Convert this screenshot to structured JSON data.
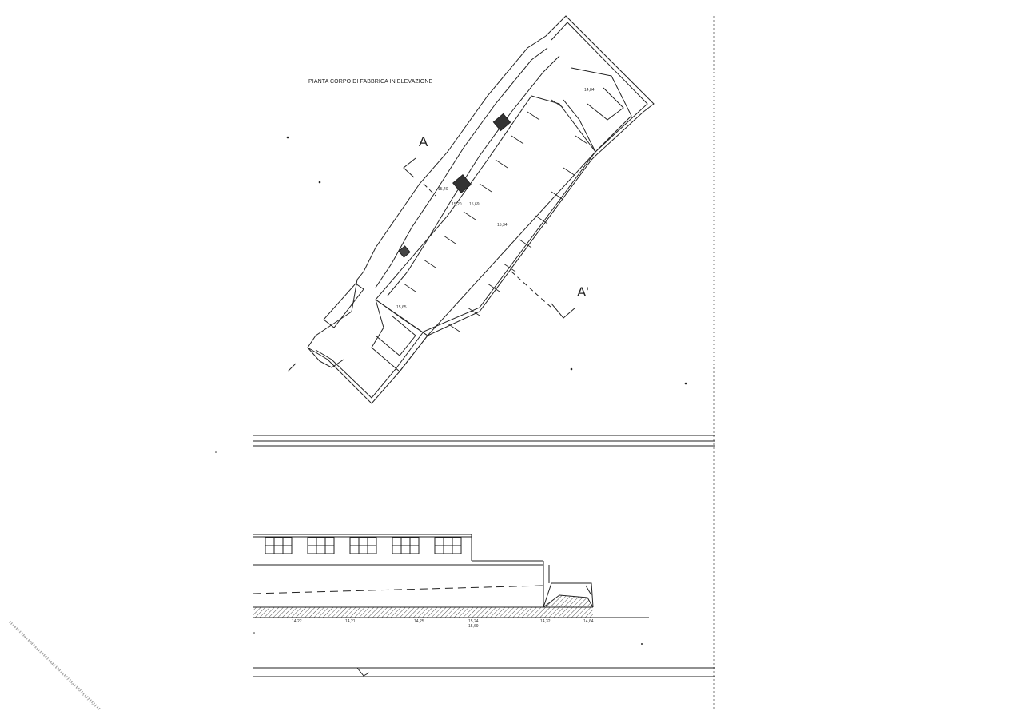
{
  "drawing": {
    "plan_title": "PIANTA CORPO DI FABBRICA IN ELEVAZIONE",
    "section_start": "A",
    "section_end": "A'",
    "plan_elevations": {
      "top_room": "14,84",
      "left_a": "15,40",
      "left_b": "15,20",
      "left_c": "15,69",
      "center": "15,34",
      "bottom": "15,65"
    },
    "section_levels": [
      "14,22",
      "14,21",
      "14,25",
      "15,24",
      "15,69",
      "14,32",
      "14,64"
    ]
  },
  "colors": {
    "line": "#222222",
    "hatch": "#555555",
    "fill_dark": "#333333"
  }
}
